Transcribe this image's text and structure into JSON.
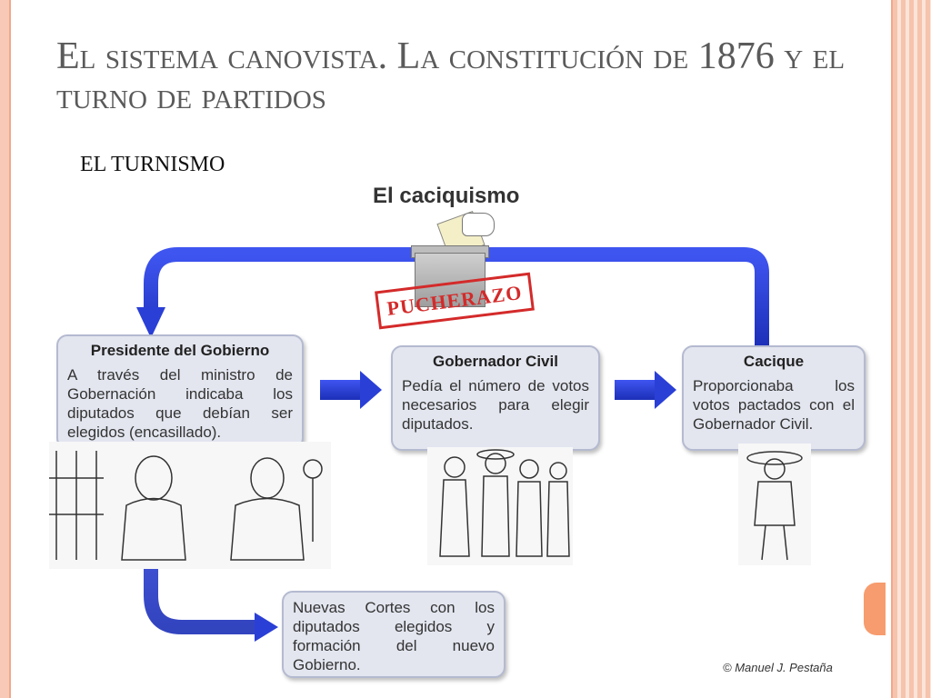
{
  "slide": {
    "title": "El sistema canovista. La constitución de 1876 y el turno de partidos",
    "subtitle": "EL TURNISMO"
  },
  "diagram": {
    "title": "El caciquismo",
    "stamp_label": "PUCHERAZO",
    "nodes": [
      {
        "heading": "Presidente del Gobierno",
        "text": "A través del ministro de Gobernación indicaba los diputados que debían ser elegidos (encasillado)."
      },
      {
        "heading": "Gobernador Civil",
        "text": "Pedía el número de votos necesarios para elegir diputados."
      },
      {
        "heading": "Cacique",
        "text": "Proporcionaba los votos pactados con el Gobernador Civil."
      },
      {
        "heading": "",
        "text": "Nuevas Cortes con los diputados elegidos y formación del nuevo Gobierno."
      }
    ],
    "copyright": "© Manuel J. Pestaña"
  },
  "colors": {
    "arrow_blue": "#2a3fd6",
    "stamp_red": "#d42a2a",
    "box_fill": "#e3e6ef",
    "border_accent": "#f79c6e"
  }
}
